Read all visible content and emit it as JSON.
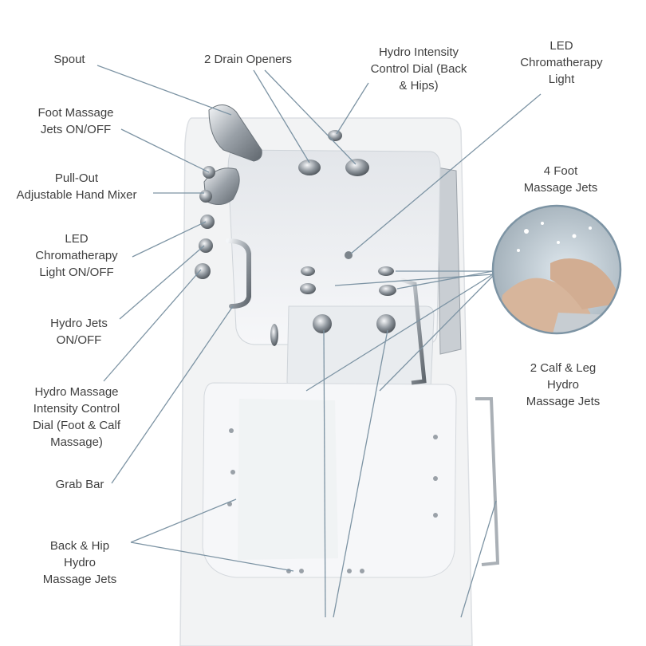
{
  "diagram": {
    "subject": "walk-in bathtub",
    "labels": [
      {
        "id": "spout",
        "text": "Spout"
      },
      {
        "id": "drain-openers",
        "text": "2 Drain Openers"
      },
      {
        "id": "hydro-intensity-dial-back-hips",
        "text": "Hydro Intensity\nControl Dial (Back\n& Hips)"
      },
      {
        "id": "led-chromatherapy-light",
        "text": "LED\nChromatherapy\nLight"
      },
      {
        "id": "foot-massage-jets-switch",
        "text": "Foot Massage\nJets ON/OFF"
      },
      {
        "id": "hand-mixer",
        "text": "Pull-Out\nAdjustable Hand Mixer"
      },
      {
        "id": "four-foot-massage-jets",
        "text": "4 Foot\nMassage Jets"
      },
      {
        "id": "led-light-switch",
        "text": "LED\nChromatherapy\nLight ON/OFF"
      },
      {
        "id": "hydro-jets-switch",
        "text": "Hydro Jets\nON/OFF"
      },
      {
        "id": "calf-leg-jets",
        "text": "2 Calf & Leg\nHydro Massage Jets"
      },
      {
        "id": "hydro-dial-foot-calf",
        "text": "Hydro Massage\nIntensity Control\nDial (Foot & Calf\nMassage)"
      },
      {
        "id": "grab-bar",
        "text": "Grab Bar"
      },
      {
        "id": "back-hip-jets",
        "text": "Back & Hip\nHydro\nMassage Jets"
      }
    ]
  },
  "colors": {
    "label_text": "#3f3f3f",
    "leader_line": "#7d94a4",
    "tub_shell": "#f2f3f4",
    "chrome": "#b9bec4"
  }
}
